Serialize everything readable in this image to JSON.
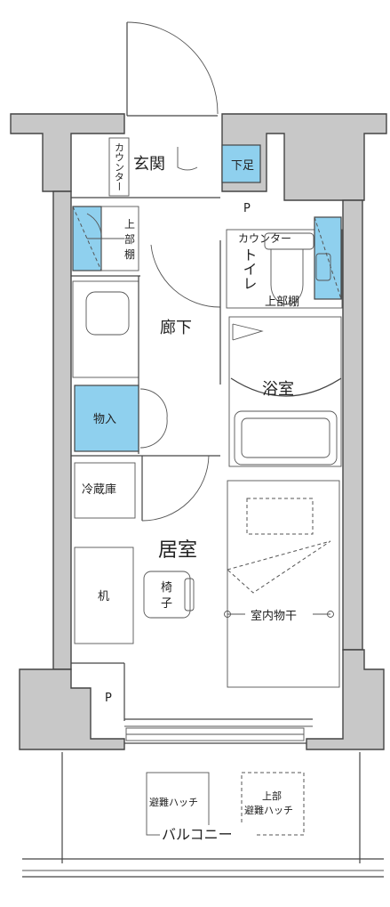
{
  "rooms": {
    "genkan": "玄関",
    "geta": "下足",
    "counter_entry": "カウンター",
    "p_top": "P",
    "upper_shelf_left_1": "上",
    "upper_shelf_left_2": "部",
    "upper_shelf_left_3": "棚",
    "counter_toilet": "カウンター",
    "toilet": "トイレ",
    "upper_shelf_toilet": "上部棚",
    "rouka": "廊下",
    "bath": "浴室",
    "storage": "物入",
    "fridge": "冷蔵庫",
    "living": "居室",
    "desk": "机",
    "chair_1": "椅",
    "chair_2": "子",
    "indoor_dryer": "室内物干",
    "p_bottom": "P",
    "hatch": "避難ハッチ",
    "upper_hatch_1": "上部",
    "upper_hatch_2": "避難ハッチ",
    "balcony": "バルコニー"
  },
  "colors": {
    "wall_fill": "#c8c8c8",
    "storage_blue": "#8fd0ee",
    "line": "#444444"
  }
}
